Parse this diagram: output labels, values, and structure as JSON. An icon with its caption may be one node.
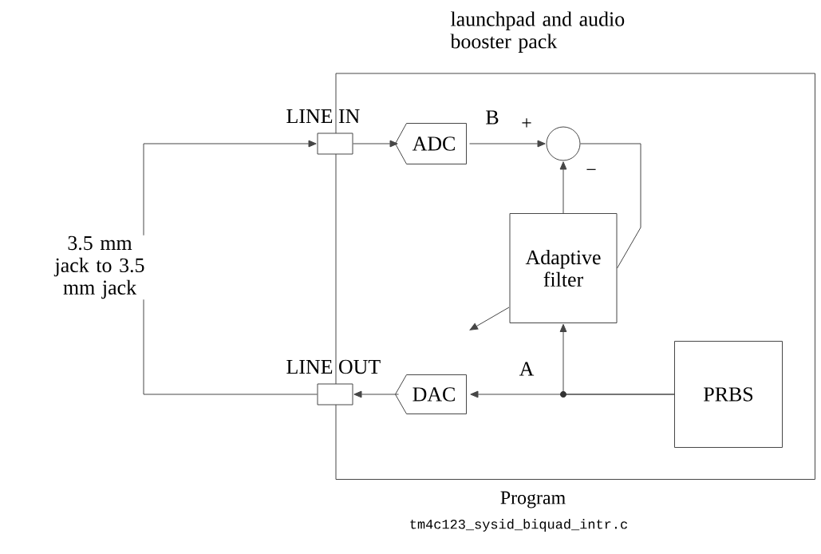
{
  "diagram": {
    "nodes": [
      {
        "text": [
          "launchpad and audio booster pack"
        ]
      },
      {
        "text": [
          "LINE IN"
        ]
      },
      {
        "text": [
          "ADC"
        ],
        "in": 0
      },
      {
        "text": [],
        "shape": "circle",
        "in": 0
      },
      {
        "text": [
          "Adaptive filter"
        ],
        "in": 0
      },
      {
        "text": [
          "LINE OUT"
        ]
      },
      {
        "text": [
          "DAC"
        ],
        "in": 0
      },
      {
        "text": [
          "PRBS"
        ],
        "in": 0
      }
    ],
    "edges": [
      {
        "from": 5,
        "to": 1,
        "arrow": "to",
        "label": "3.5 mm jack to 3.5 mm jack"
      },
      {
        "from": 1,
        "to": 2,
        "arrow": "to"
      },
      {
        "from": 2,
        "to": 3,
        "arrow": "to",
        "label": "B"
      },
      {
        "from": 4,
        "to": 3,
        "arrow": "to"
      },
      {
        "from": 3,
        "to": 4,
        "arrow": "none"
      },
      {
        "from": 7,
        "to": 6,
        "arrow": "to",
        "label": "A"
      },
      {
        "from": 7,
        "to": 4,
        "arrow": "to"
      },
      {
        "from": 6,
        "to": 5,
        "arrow": "to"
      },
      {
        "from": 4,
        "to": null,
        "arrow": "to"
      }
    ],
    "labels": [
      "+",
      "−",
      "Program",
      "tm4c123_sysid_biquad_intr.c"
    ]
  }
}
